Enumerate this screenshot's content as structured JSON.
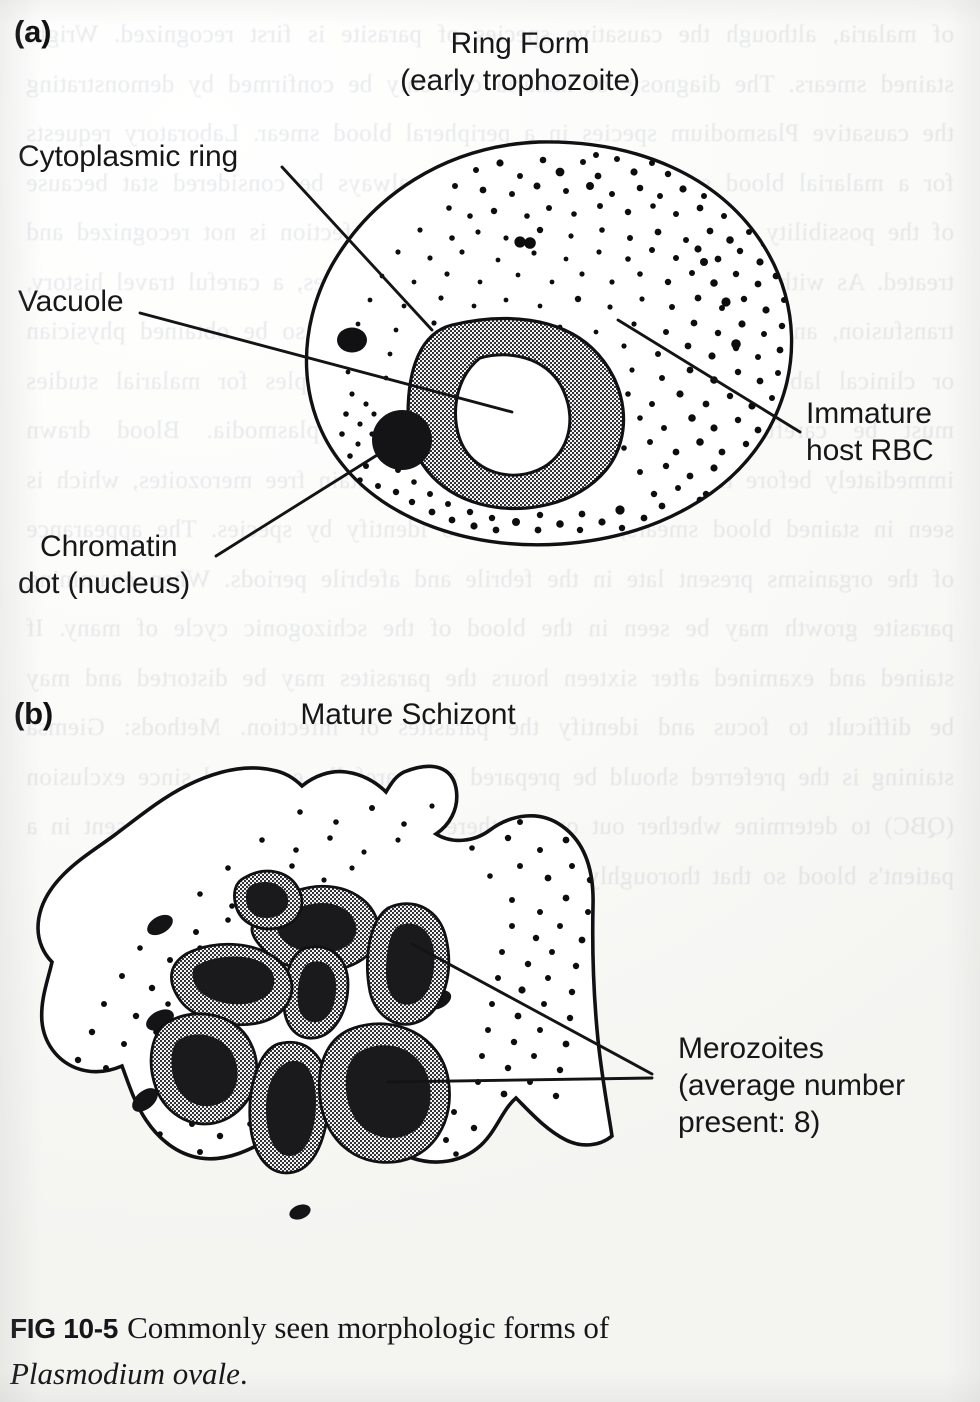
{
  "figure": {
    "caption_tag": "FIG 10-5",
    "caption_text": "Commonly seen morphologic forms of",
    "caption_species": "Plasmodium ovale",
    "caption_period": "."
  },
  "panels": [
    {
      "id": "(a)",
      "title_line1": "Ring Form",
      "title_line2": "(early trophozoite)",
      "labels": [
        {
          "name": "cytoplasmic-ring",
          "line1": "Cytoplasmic ring"
        },
        {
          "name": "vacuole",
          "line1": "Vacuole"
        },
        {
          "name": "chromatin-dot",
          "line1": "Chromatin",
          "line2": "dot (nucleus)"
        },
        {
          "name": "immature-host-rbc",
          "line1": "Immature",
          "line2": "host RBC"
        }
      ]
    },
    {
      "id": "(b)",
      "title_line1": "Mature Schizont",
      "title_line2": "",
      "labels": [
        {
          "name": "merozoites",
          "line1": "Merozoites",
          "line2": "(average number",
          "line3": "present: 8)"
        }
      ]
    }
  ],
  "colors": {
    "ink": "#17171a",
    "outline": "#111114",
    "stipple": "#0d0d10",
    "cytoplasm_gray": "#9a9a93",
    "vacuole_white": "#ffffff",
    "paper": "#fbfbfa",
    "showthrough": "#41506b"
  },
  "showthrough_text": "of malaria, although the causative species of parasite is first recognized. Wright stained smears. The diagnosis of malaria can only be confirmed by demonstrating the causative Plasmodium species in a peripheral blood smear. Laboratory requests for a malarial blood smear examination should always be considered stat because of the possibility of a rapidly fatal outcome if the infection is not recognized and treated. As with patients infected with other hemoparasites, a careful travel history, transfusion, and possible needle sharing history should also be obtained physician or clinical laboratory scientist. Collection of blood samples for malarial studies must be carefully timed to successfully recover plasmodia. Blood drawn immediately before the onset of a paroxysm will contain free merozoites, which is seen in stained blood smears, are difficult to identify by species. The appearance of the organisms present late in the febrile and afebrile periods. When examining parasite growth may be seen in the blood of the schizogonic cycle of many. If stained and examined after sixteen hours the parasites may be distorted and may be difficult to focus and identify the parasites of infection. Methods: Giemsa staining is the preferred should be prepared and carefully examined since exclusion (QBC) to determine whether out or not there is sufficient parasitemia present in a patient's blood so that thoroughly examined for parasite number of the smear."
}
